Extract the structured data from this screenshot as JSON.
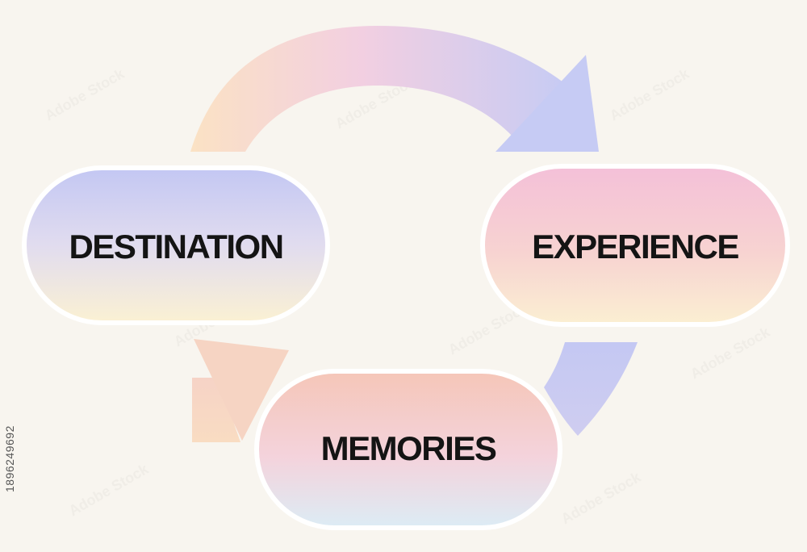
{
  "diagram": {
    "nodes": [
      {
        "id": "destination",
        "label": "DESTINATION"
      },
      {
        "id": "experience",
        "label": "EXPERIENCE"
      },
      {
        "id": "memories",
        "label": "MEMORIES"
      }
    ],
    "edges": [
      {
        "from": "destination",
        "to": "experience"
      },
      {
        "from": "experience",
        "to": "memories"
      },
      {
        "from": "memories",
        "to": "destination"
      }
    ]
  },
  "watermark": {
    "stock_id": "1896249692",
    "repeat_text": "Adobe Stock"
  },
  "colors": {
    "background": "#f8f5ef",
    "lavender": "#c4c8f2",
    "pink": "#f3c2d8",
    "peach": "#f6d0bc",
    "cream": "#fbf1d6",
    "text": "#141414"
  }
}
